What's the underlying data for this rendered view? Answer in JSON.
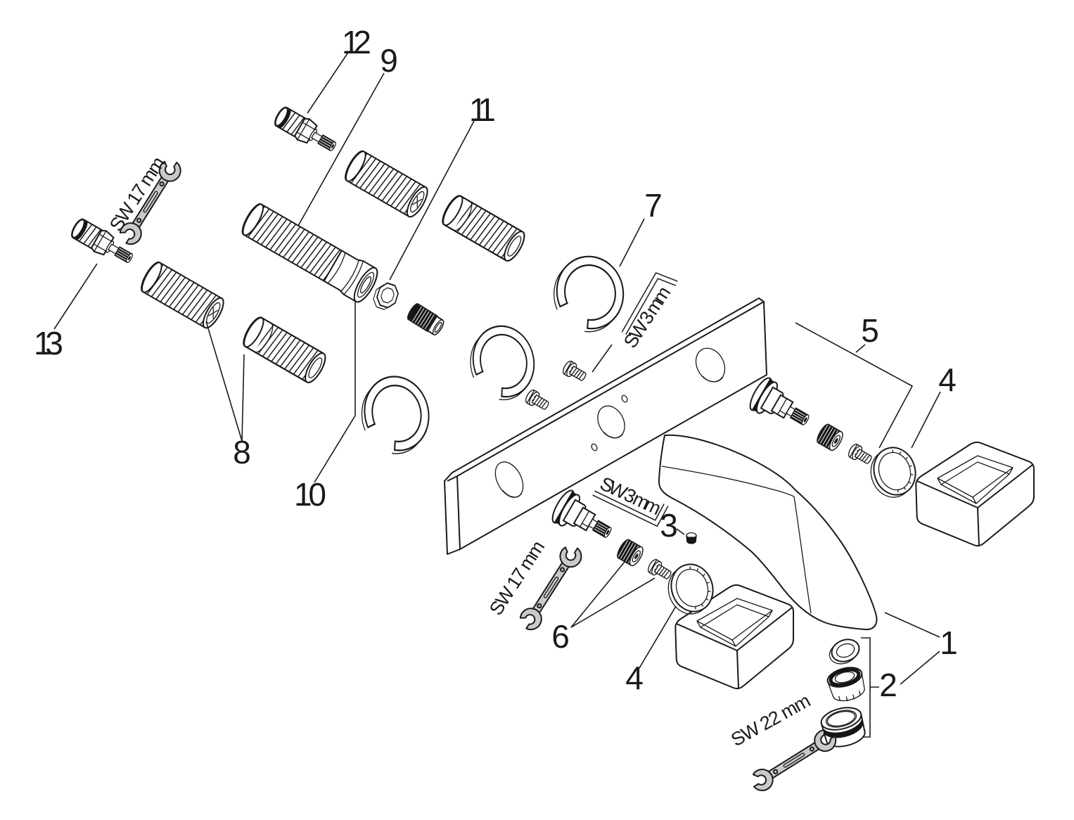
{
  "diagram": {
    "kind": "exploded-parts-diagram",
    "background": "#ffffff",
    "line_color": "#1a1a1a",
    "tool_fill": "#c9c9c9",
    "accent_black": "#151515"
  },
  "callouts": {
    "c1": "1",
    "c2": "2",
    "c3": "3",
    "c4_right": "4",
    "c4_bottom": "4",
    "c5": "5",
    "c6": "6",
    "c7": "7",
    "c8": "8",
    "c9": "9",
    "c10": "10",
    "c11": "11",
    "c12": "12",
    "c13": "13"
  },
  "tools": {
    "wrench_17_top": "SW 17 mm",
    "hex_key_3_top": "SW 3 mm",
    "hex_key_3_bottom": "SW 3 mm",
    "wrench_17_bottom": "SW 17 mm",
    "wrench_22": "SW 22 mm"
  }
}
